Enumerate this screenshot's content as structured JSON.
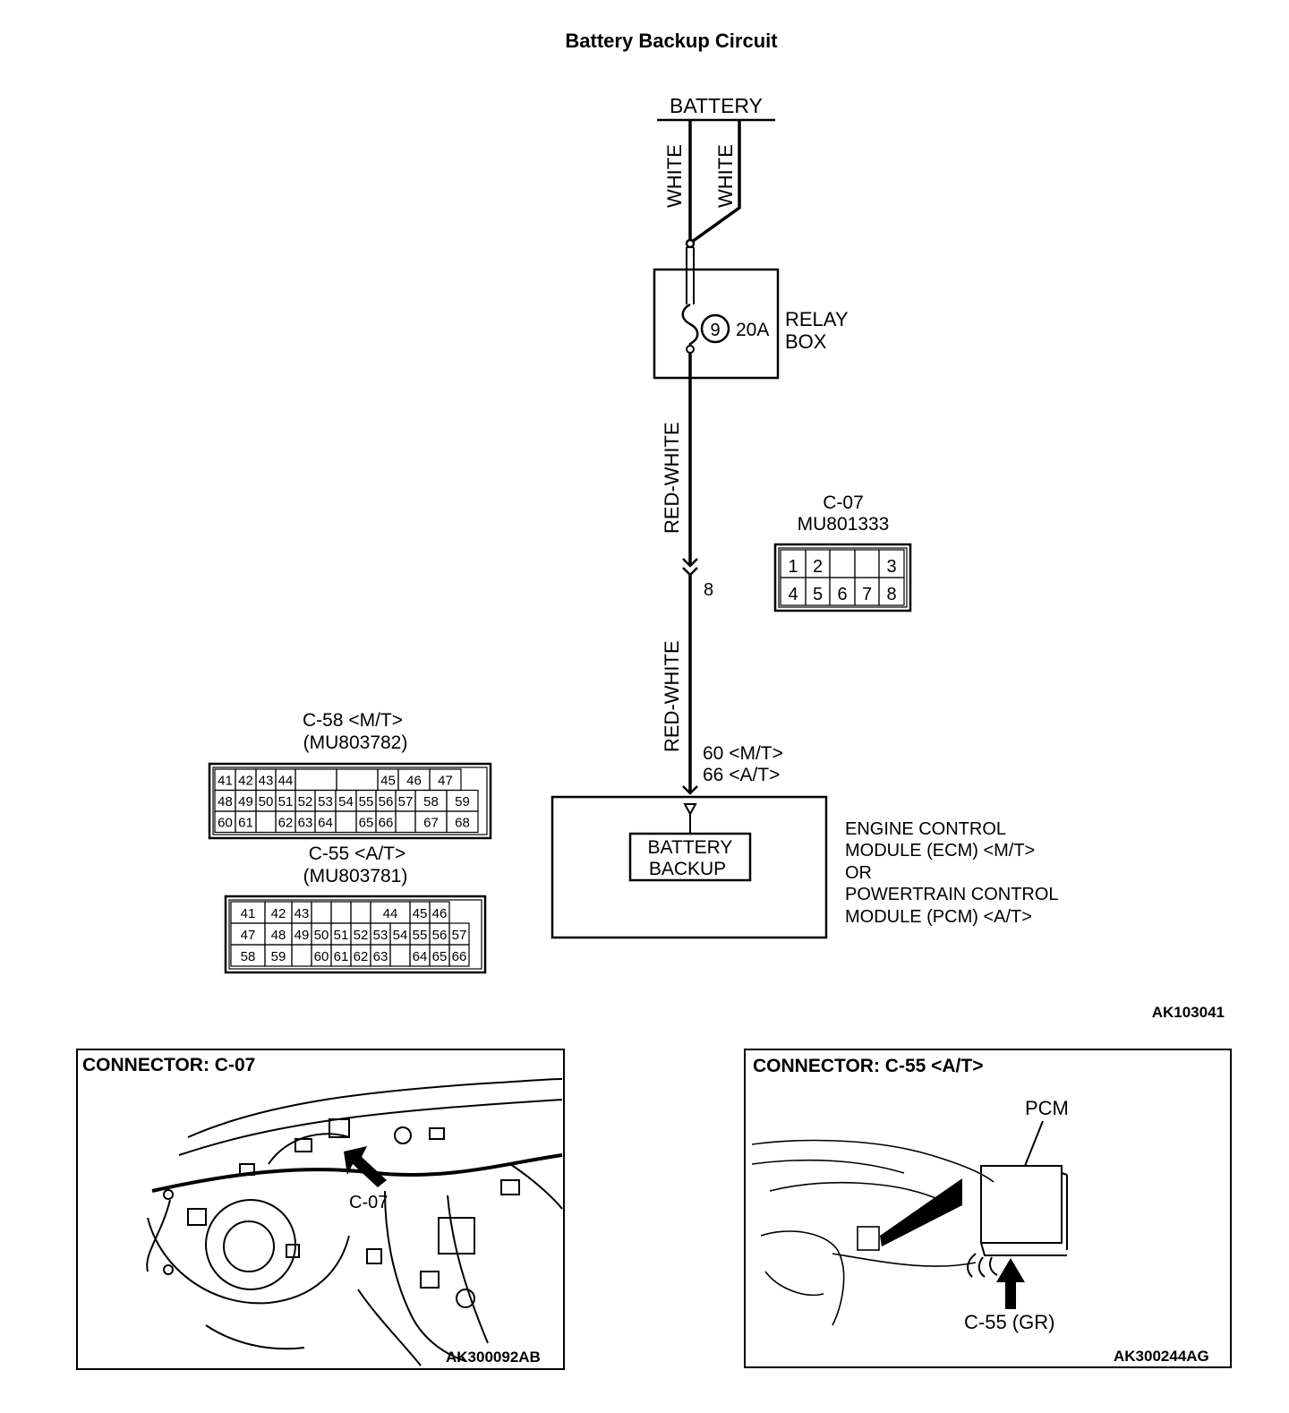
{
  "title": "Battery Backup Circuit",
  "source": {
    "label": "BATTERY"
  },
  "wires": {
    "source_left": "WHITE",
    "source_right": "WHITE",
    "relay_to_c07": "RED-WHITE",
    "c07_to_module": "RED-WHITE"
  },
  "relay_box": {
    "fuse_number": "9",
    "fuse_rating": "20A",
    "label_line1": "RELAY",
    "label_line2": "BOX"
  },
  "c07": {
    "id": "C-07",
    "part": "MU801333",
    "pin": "8",
    "top_row": [
      "1",
      "2",
      "",
      "",
      "3"
    ],
    "bottom_row": [
      "4",
      "5",
      "6",
      "7",
      "8"
    ]
  },
  "module_pins": {
    "mt": "60 <M/T>",
    "at": "66 <A/T>"
  },
  "module": {
    "inner_line1": "BATTERY",
    "inner_line2": "BACKUP",
    "label_lines": [
      "ENGINE CONTROL",
      "MODULE (ECM) <M/T>",
      "OR",
      "POWERTRAIN CONTROL",
      "MODULE (PCM) <A/T>"
    ]
  },
  "c58": {
    "id": "C-58 <M/T>",
    "part": "(MU803782)",
    "rows": [
      [
        "41",
        "42",
        "43",
        "44",
        "",
        "",
        "45",
        "46",
        "47"
      ],
      [
        "48",
        "49",
        "50",
        "51",
        "52",
        "53",
        "54",
        "55",
        "56",
        "57",
        "58",
        "59"
      ],
      [
        "60",
        "61",
        "",
        "62",
        "63",
        "64",
        "",
        "65",
        "66",
        "",
        "67",
        "68"
      ]
    ]
  },
  "c55": {
    "id": "C-55 <A/T>",
    "part": "(MU803781)",
    "rows": [
      [
        "41",
        "42",
        "43",
        "",
        "",
        "",
        "44",
        "45",
        "46"
      ],
      [
        "47",
        "48",
        "49",
        "50",
        "51",
        "52",
        "53",
        "54",
        "55",
        "56",
        "57"
      ],
      [
        "58",
        "59",
        "",
        "60",
        "61",
        "62",
        "63",
        "",
        "64",
        "65",
        "66"
      ]
    ]
  },
  "figure_code": "AK103041",
  "panel_left": {
    "title": "CONNECTOR: C-07",
    "callout": "C-07",
    "code": "AK300092AB"
  },
  "panel_right": {
    "title": "CONNECTOR: C-55 <A/T>",
    "pcm_label": "PCM",
    "callout": "C-55 (GR)",
    "code": "AK300244AG"
  }
}
